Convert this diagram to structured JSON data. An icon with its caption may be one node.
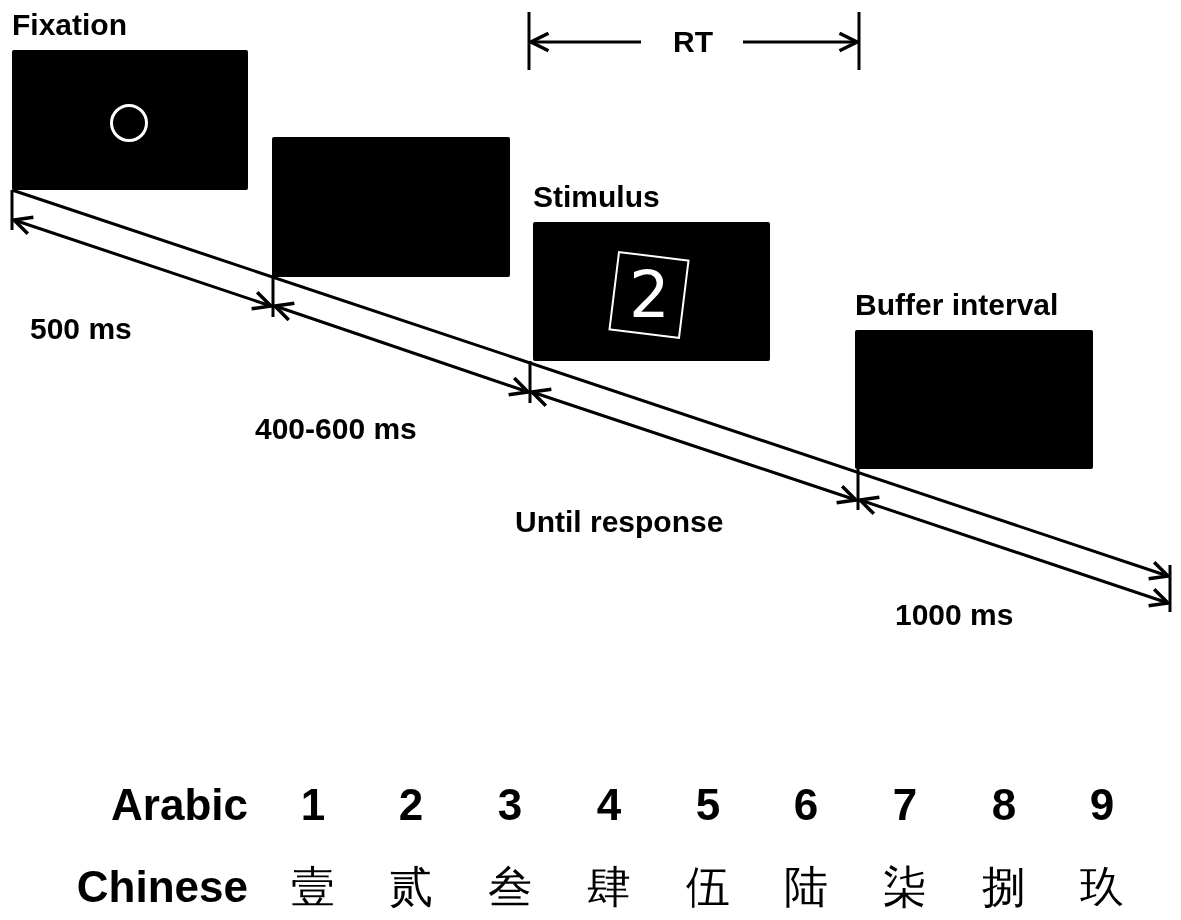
{
  "diagram": {
    "nodes": [
      {
        "text": [
          "Fixation"
        ]
      },
      {
        "text": [],
        "shape": "circle",
        "in": 0
      },
      {
        "text": [],
        "shape": "box"
      },
      {
        "text": [
          "Stimulus"
        ]
      },
      {
        "text": [
          "2"
        ],
        "in": 3
      },
      {
        "text": [
          "Buffer interval"
        ]
      }
    ],
    "edges": [],
    "labels": [
      "RT",
      "500 ms",
      "400-600 ms",
      "Until response",
      "1000 ms",
      "Arabic",
      "1",
      "2",
      "3",
      "4",
      "5",
      "6",
      "7",
      "8",
      "9",
      "Chinese",
      "壹",
      "贰",
      "叁",
      "肆",
      "伍",
      "陆",
      "柒",
      "捌",
      "玖"
    ]
  }
}
